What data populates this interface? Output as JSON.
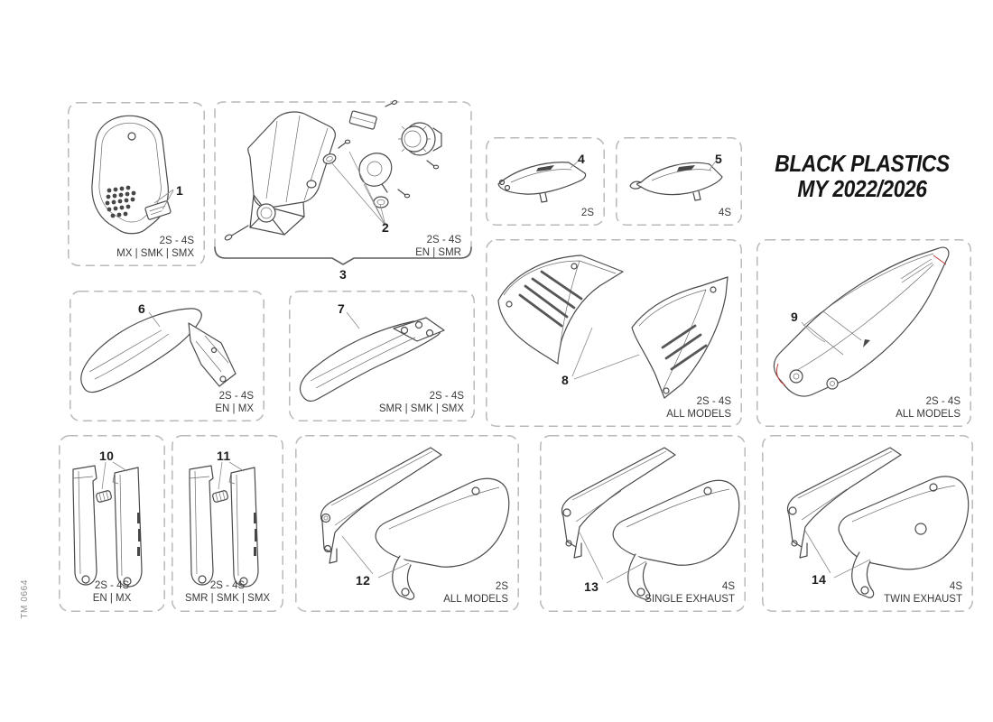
{
  "page": {
    "title_line1": "BLACK PLASTICS",
    "title_line2": "MY 2022/2026",
    "doc_code": "TM 0664"
  },
  "colors": {
    "line": "#4a4a4a",
    "dashed_border": "#b9b9b9",
    "label_text": "#3a3a3a",
    "title_text": "#151515",
    "accent_red": "#c23b3b",
    "code_gray": "#8d8d8d"
  },
  "panels": {
    "p1": {
      "number": "1",
      "variant": "2S - 4S",
      "models": "MX | SMK | SMX"
    },
    "p2": {
      "number": "2",
      "group_number": "3",
      "variant": "2S - 4S",
      "models": "EN | SMR"
    },
    "p4": {
      "number": "4",
      "variant": "2S"
    },
    "p5": {
      "number": "5",
      "variant": "4S"
    },
    "p6": {
      "number": "6",
      "variant": "2S - 4S",
      "models": "EN | MX"
    },
    "p7": {
      "number": "7",
      "variant": "2S - 4S",
      "models": "SMR | SMK | SMX"
    },
    "p8": {
      "number": "8",
      "variant": "2S - 4S",
      "models": "ALL MODELS"
    },
    "p9": {
      "number": "9",
      "variant": "2S - 4S",
      "models": "ALL MODELS"
    },
    "p10": {
      "number": "10",
      "variant": "2S - 4S",
      "models": "EN | MX"
    },
    "p11": {
      "number": "11",
      "variant": "2S - 4S",
      "models": "SMR | SMK | SMX"
    },
    "p12": {
      "number": "12",
      "variant": "2S",
      "models": "ALL MODELS"
    },
    "p13": {
      "number": "13",
      "variant": "4S",
      "models": "SINGLE EXHAUST"
    },
    "p14": {
      "number": "14",
      "variant": "4S",
      "models": "TWIN EXHAUST"
    }
  }
}
